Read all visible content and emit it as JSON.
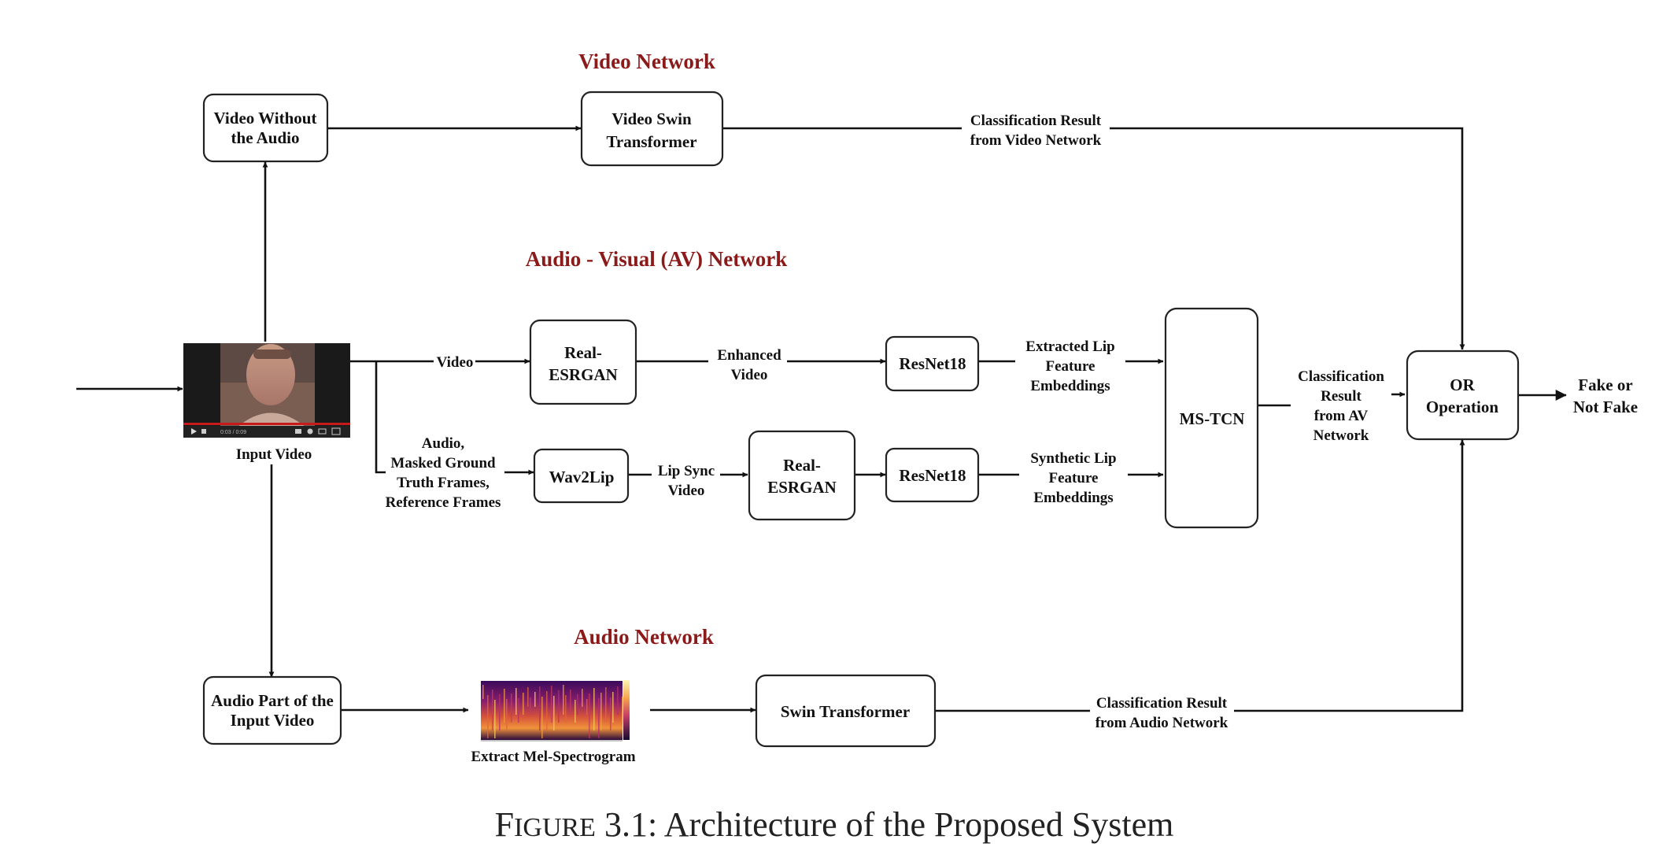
{
  "sections": {
    "video_network": "Video Network",
    "av_network": "Audio - Visual (AV) Network",
    "audio_network": "Audio Network"
  },
  "nodes": {
    "video_without_audio": [
      "Video Without",
      "the Audio"
    ],
    "video_swin": [
      "Video Swin",
      "Transformer"
    ],
    "real_esrgan_1": [
      "Real-",
      "ESRGAN"
    ],
    "resnet_1": [
      "ResNet18"
    ],
    "wav2lip": [
      "Wav2Lip"
    ],
    "real_esrgan_2": [
      "Real-",
      "ESRGAN"
    ],
    "resnet_2": [
      "ResNet18"
    ],
    "ms_tcn": [
      "MS-TCN"
    ],
    "or_op": [
      "OR",
      "Operation"
    ],
    "audio_part": [
      "Audio Part of  the",
      "Input Video"
    ],
    "swin": [
      "Swin Transformer"
    ]
  },
  "labels": {
    "input_video": "Input Video",
    "video": "Video",
    "audio_inputs": [
      "Audio,",
      "Masked Ground",
      "Truth Frames,",
      "Reference Frames"
    ],
    "enhanced_video": [
      "Enhanced",
      "Video"
    ],
    "lip_sync_video": [
      "Lip Sync",
      "Video"
    ],
    "extracted_lip": [
      "Extracted Lip",
      "Feature",
      "Embeddings"
    ],
    "synthetic_lip": [
      "Synthetic Lip",
      "Feature",
      "Embeddings"
    ],
    "class_av": [
      "Classification",
      "Result",
      "from AV",
      "Network"
    ],
    "class_video": [
      "Classification Result",
      "from Video Network"
    ],
    "class_audio": [
      "Classification Result",
      "from Audio Network"
    ],
    "mel": "Extract Mel-Spectrogram",
    "output": [
      "Fake or",
      "Not Fake"
    ],
    "player_time": "0:03 / 0:09"
  },
  "caption": {
    "prefix_F": "F",
    "prefix_rest": "IGURE",
    "text": " 3.1: Architecture of the Proposed System"
  },
  "colors": {
    "section_title": "#8b1a1a",
    "lines": "#111111"
  },
  "icons": {
    "video_thumbnail": "video-frame-icon",
    "spectrogram": "spectrogram-icon"
  }
}
